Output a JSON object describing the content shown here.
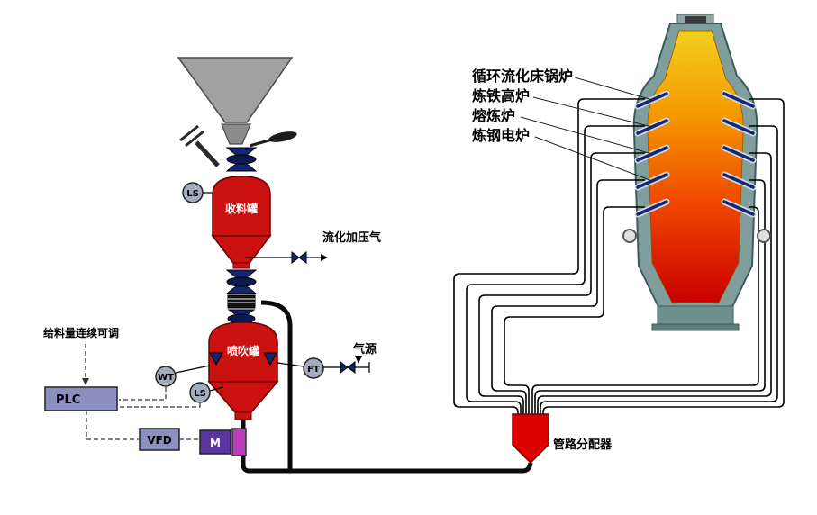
{
  "labels": {
    "feed_note": "给料量连续可调",
    "plc": "PLC",
    "vfd": "VFD",
    "motor": "M",
    "receiving_tank": "收料罐",
    "blowing_tank": "喷吹罐",
    "level_switch_top": "LS",
    "level_switch_bottom": "LS",
    "weight_transmitter": "WT",
    "flow_transmitter": "FT",
    "fluidizing_gas": "流化加压气",
    "gas_source": "气源",
    "distributor": "管路分配器"
  },
  "furnace_applications": [
    "循环流化床锅炉",
    "炼铁高炉",
    "熔炼炉",
    "炼钢电炉"
  ],
  "colors": {
    "tank_red": "#cc1111",
    "tank_stroke": "#6a0000",
    "valve_navy": "#15266e",
    "instrument_fill": "#a3adbd",
    "control_box": "#8c90bf",
    "motor_purple": "#5a35a0",
    "feeder_magenta": "#bb3dbd",
    "hopper_gray": "#a0a0a0",
    "furnace_shell": "#7f9e9c",
    "flame_top": "#f2cf1d",
    "flame_bottom": "#c80000",
    "pipe_black": "#0a0a0a"
  }
}
